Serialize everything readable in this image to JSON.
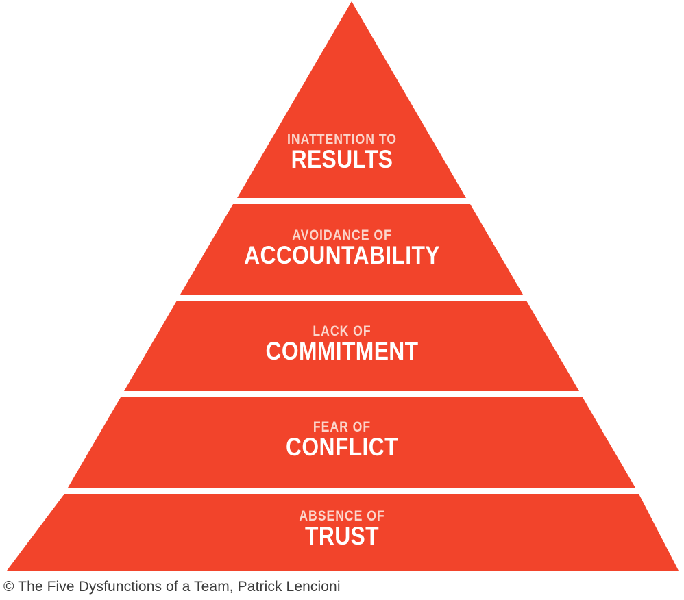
{
  "figure": {
    "title": "The Five Dysfunctions of a Team Pyramid",
    "shape": "pyramid",
    "tier_color": "#F2442B",
    "background_color": "#FFFFFF",
    "prefix_text_color": "#FBD5CB",
    "main_text_color": "#FFFFFF",
    "caption_text_color": "#3B3B3B"
  },
  "caption": {
    "text": "© The Five Dysfunctions of a Team, Patrick Lencioni",
    "symbol": "©"
  },
  "tiers": [
    {
      "level": 1,
      "position": "top",
      "prefix": "INATTENTION TO",
      "main": "RESULTS",
      "full": "Inattention to Results"
    },
    {
      "level": 2,
      "position": "second",
      "prefix": "AVOIDANCE OF",
      "main": "ACCOUNTABILITY",
      "full": "Avoidance of Accountability"
    },
    {
      "level": 3,
      "position": "middle",
      "prefix": "LACK OF",
      "main": "COMMITMENT",
      "full": "Lack of Commitment"
    },
    {
      "level": 4,
      "position": "fourth",
      "prefix": "FEAR OF",
      "main": "CONFLICT",
      "full": "Fear of Conflict"
    },
    {
      "level": 5,
      "position": "base",
      "prefix": "ABSENCE OF",
      "main": "TRUST",
      "full": "Absence of Trust"
    }
  ],
  "chart_data": {
    "type": "pyramid",
    "title": "The Five Dysfunctions of a Team",
    "categories": [
      "Inattention to Results",
      "Avoidance of Accountability",
      "Lack of Commitment",
      "Fear of Conflict",
      "Absence of Trust"
    ],
    "values": [
      1,
      2,
      3,
      4,
      5
    ],
    "note": "Five stacked trapezoid tiers forming a triangle; width increases toward the base.",
    "legend": "none",
    "grid": false
  }
}
